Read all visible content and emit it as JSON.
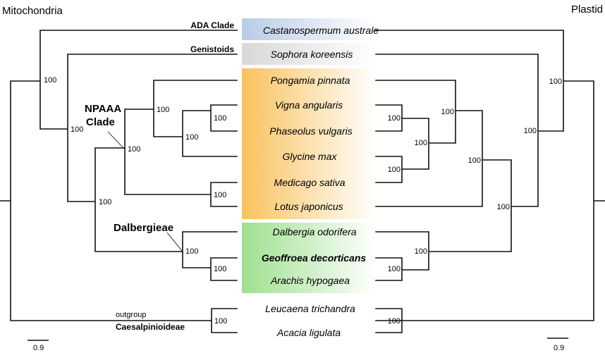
{
  "titles": {
    "left": "Mitochondria",
    "right": "Plastid"
  },
  "clades": {
    "ada": "ADA Clade",
    "genistoids": "Genistoids",
    "npaaa_line1": "NPAAA",
    "npaaa_line2": "Clade",
    "dalbergieae": "Dalbergieae",
    "outgroup": "outgroup",
    "caesalpinioideae": "Caesalpinioideae"
  },
  "colors": {
    "ada_band": "#b9cbe6",
    "genistoids_band": "#d8d8d8",
    "npaaa_band": "#f9c25e",
    "dalbergieae_band": "#9fe08f"
  },
  "taxa": [
    {
      "name": "Castanospermum australe",
      "bold": false
    },
    {
      "name": "Sophora koreensis",
      "bold": false
    },
    {
      "name": "Pongamia pinnata",
      "bold": false
    },
    {
      "name": "Vigna angularis",
      "bold": false
    },
    {
      "name": "Phaseolus vulgaris",
      "bold": false
    },
    {
      "name": "Glycine max",
      "bold": false
    },
    {
      "name": "Medicago sativa",
      "bold": false
    },
    {
      "name": "Lotus japonicus",
      "bold": false
    },
    {
      "name": "Dalbergia odorifera",
      "bold": false
    },
    {
      "name": "Geoffroea decorticans",
      "bold": true
    },
    {
      "name": "Arachis hypogaea",
      "bold": false
    },
    {
      "name": "Leucaena trichandra",
      "bold": false
    },
    {
      "name": "Acacia ligulata",
      "bold": false
    }
  ],
  "mito_support": [
    "100",
    "100",
    "100",
    "100",
    "100",
    "100",
    "100",
    "100",
    "100",
    "100",
    "100"
  ],
  "plastid_support": [
    "100",
    "100",
    "100",
    "100",
    "100",
    "100",
    "100",
    "100",
    "100",
    "100",
    "100"
  ],
  "scale": {
    "left_label": "0.9",
    "right_label": "0.9"
  }
}
